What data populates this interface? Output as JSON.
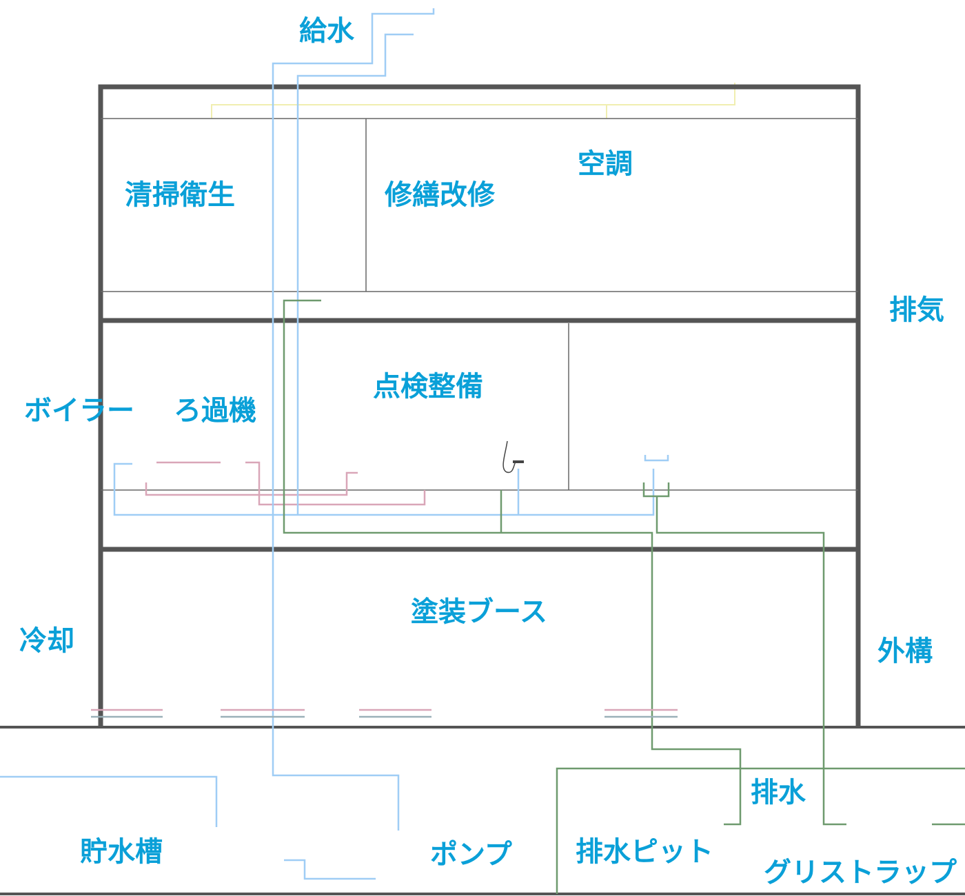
{
  "labels": {
    "water_supply": "給水",
    "cleaning": "清掃衛生",
    "repair": "修繕改修",
    "hvac": "空調",
    "exhaust": "排気",
    "inspection": "点検整備",
    "boiler": "ボイラー",
    "filter": "ろ過機",
    "paint_booth": "塗装ブース",
    "cooling": "冷却",
    "exterior": "外構",
    "drainage": "排水",
    "storage_tank": "貯水槽",
    "pump": "ポンプ",
    "drain_pit": "排水ピット",
    "grease_trap": "グリストラップ"
  },
  "colors": {
    "structure": "#555555",
    "partition": "#666666",
    "water_line": "#9fcdf5",
    "hot_line": "#d9a6b8",
    "drain_line": "#6e9a6e",
    "exhaust_line": "#f0eeb0",
    "label": "#0aa0d8"
  }
}
